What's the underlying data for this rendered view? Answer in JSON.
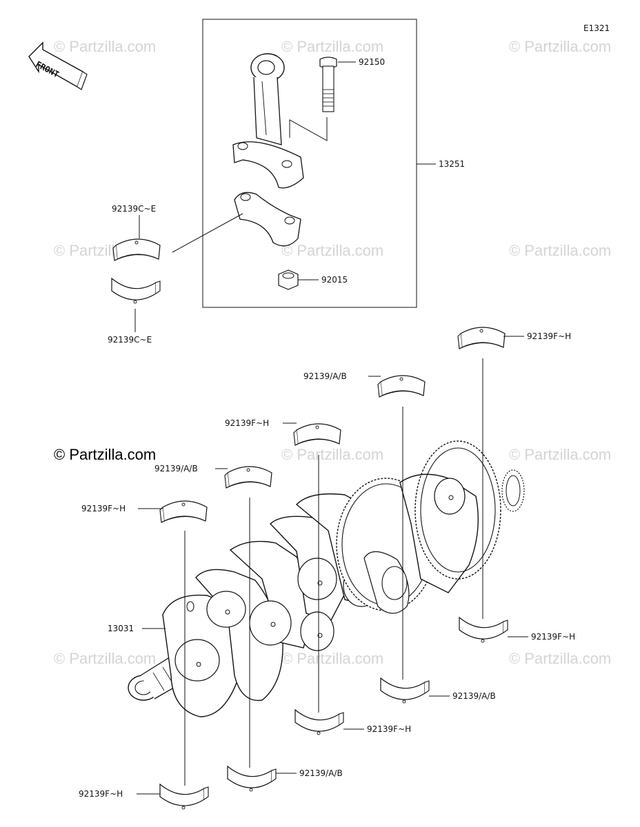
{
  "diagram_code": "E1321",
  "copyright": "© Partzilla.com",
  "watermark": "© Partzilla.com",
  "front_arrow_label": "FRONT",
  "labels": {
    "conrod_bolt": "92150",
    "conrod_assy": "13251",
    "conrod_nut": "92015",
    "conrod_bearing_upper": "92139C~E",
    "conrod_bearing_lower": "92139C~E",
    "main_f1": "92139F~H",
    "main_ab1": "92139/A/B",
    "main_f2": "92139F~H",
    "main_ab2": "92139/A/B",
    "main_f3": "92139F~H",
    "crankshaft": "13031",
    "main_f4": "92139F~H",
    "main_ab3": "92139/A/B",
    "main_f5": "92139F~H",
    "main_ab4": "92139/A/B",
    "main_f6": "92139F~H"
  }
}
